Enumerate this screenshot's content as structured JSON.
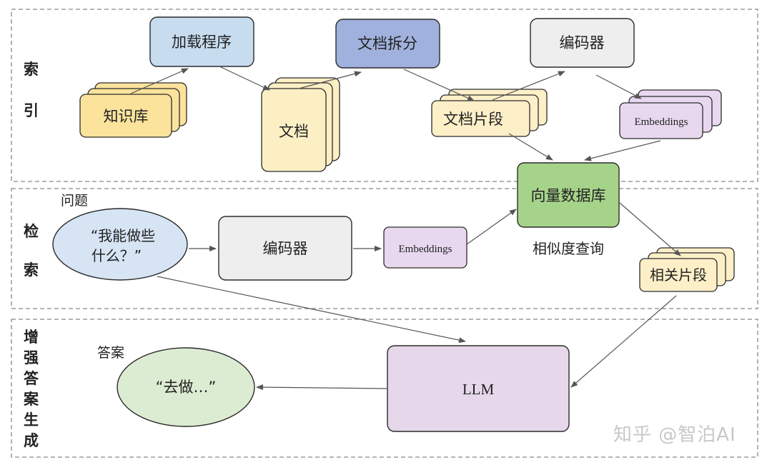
{
  "sections": {
    "index": [
      "索",
      "引"
    ],
    "retrieve": [
      "检",
      "索"
    ],
    "augment": [
      "增",
      "强",
      "答",
      "案",
      "生",
      "成"
    ]
  },
  "nodes": {
    "loader": "加载程序",
    "splitter": "文档拆分",
    "encoder_top": "编码器",
    "knowledge_base": "知识库",
    "documents": "文档",
    "doc_chunks": "文档片段",
    "embeddings_top": "Embeddings",
    "vector_db": "向量数据库",
    "question_title": "问题",
    "question_line1": "“我能做些",
    "question_line2": "什么？”",
    "encoder_mid": "编码器",
    "embeddings_mid": "Embeddings",
    "similarity_query": "相似度查询",
    "related_chunks": "相关片段",
    "answer_title": "答案",
    "answer_text": "“去做…”",
    "llm": "LLM"
  },
  "watermark": "知乎 @智泊AI",
  "colors": {
    "loader": "#c7dcef",
    "splitter": "#9fb1dc",
    "encoder": "#eeeeee",
    "knowledge_base": "#fbe39c",
    "documents": "#fcefc4",
    "doc_chunks": "#fdefc8",
    "embeddings": "#e7d8ef",
    "vector_db": "#a6d38a",
    "question": "#d6e4f4",
    "answer": "#dcecd2",
    "llm": "#e6d7ea",
    "stroke": "#2b2b2b",
    "dash": "#888888",
    "arrow": "#555555"
  }
}
